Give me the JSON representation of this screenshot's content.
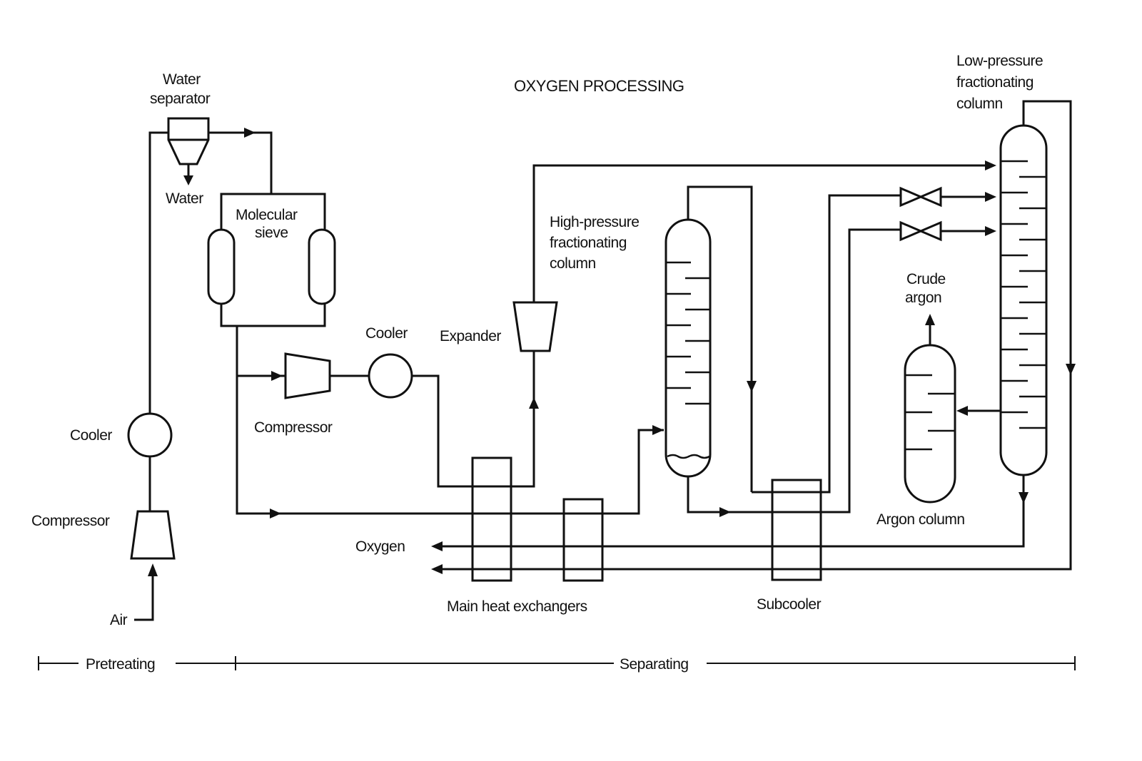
{
  "title": "OXYGEN PROCESSING",
  "labels": {
    "water_separator": [
      "Water",
      "separator"
    ],
    "water": "Water",
    "molecular_sieve": [
      "Molecular",
      "sieve"
    ],
    "cooler_left": "Cooler",
    "compressor_left": "Compressor",
    "air": "Air",
    "compressor_mid": "Compressor",
    "cooler_mid": "Cooler",
    "expander": "Expander",
    "hp_column": [
      "High-pressure",
      "fractionating",
      "column"
    ],
    "lp_column": [
      "Low-pressure",
      "fractionating",
      "column"
    ],
    "crude_argon": [
      "Crude",
      "argon"
    ],
    "argon_column": "Argon column",
    "oxygen": "Oxygen",
    "main_heat_exchangers": "Main heat exchangers",
    "subcooler": "Subcooler"
  },
  "stages": {
    "pretreating": "Pretreating",
    "separating": "Separating"
  }
}
